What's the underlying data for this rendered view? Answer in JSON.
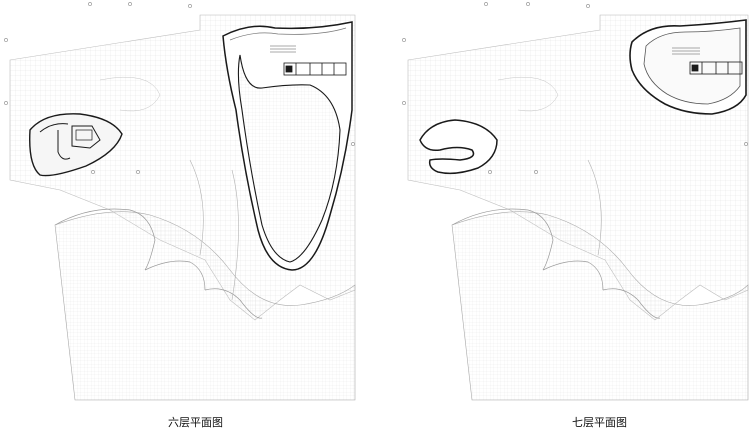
{
  "drawings": [
    {
      "id": "sixth-floor",
      "caption": "六层平面图"
    },
    {
      "id": "seventh-floor",
      "caption": "七层平面图"
    }
  ],
  "colors": {
    "background": "#ffffff",
    "grid_line": "#cfcfcf",
    "contour": "#a0a0a0",
    "wall": "#1a1a1a",
    "slab_fill": "#f4f4f4"
  }
}
